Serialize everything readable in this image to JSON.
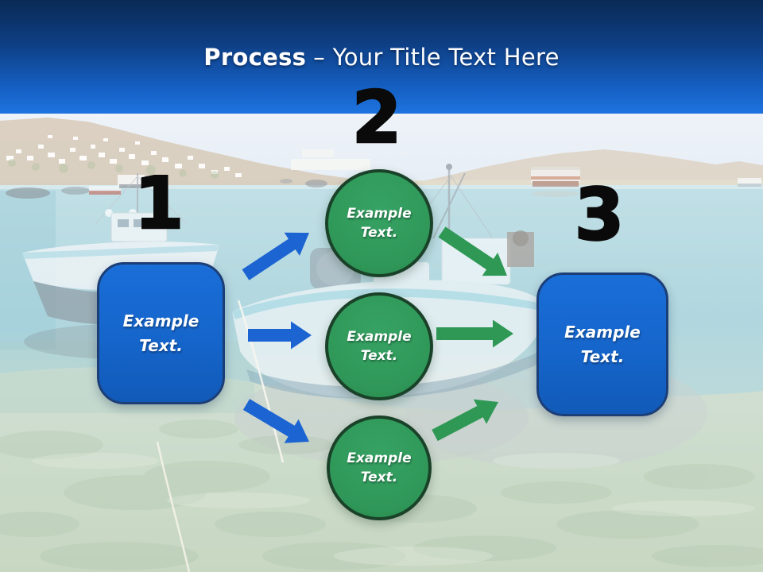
{
  "title": {
    "bold": "Process",
    "rest": "– Your Title Text Here"
  },
  "steps": [
    {
      "number": "1"
    },
    {
      "number": "2"
    },
    {
      "number": "3"
    }
  ],
  "left_box": {
    "line1": "Example",
    "line2": "Text."
  },
  "right_box": {
    "line1": "Example",
    "line2": "Text."
  },
  "circles": [
    {
      "line1": "Example",
      "line2": "Text."
    },
    {
      "line1": "Example",
      "line2": "Text."
    },
    {
      "line1": "Example",
      "line2": "Text."
    }
  ],
  "colors": {
    "banner_top": "#0a2a55",
    "banner_bottom": "#1e74e0",
    "title_color": "#ffffff",
    "number_color": "#0a0a0a",
    "box_fill": "#1565cb",
    "box_border": "#1c3e77",
    "circle_fill": "#2f9859",
    "circle_border": "#1a4229",
    "arrow_blue": "#1b64d2",
    "arrow_green": "#2f9855"
  }
}
